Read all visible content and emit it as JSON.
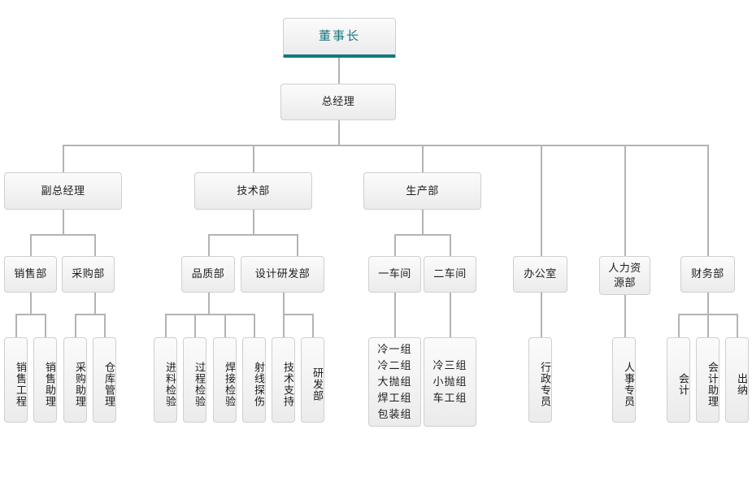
{
  "chart_data": {
    "type": "diagram",
    "diagram_kind": "organizational-chart",
    "title": "",
    "theme": {
      "accent": "#17787f",
      "box_fill_top": "#fbfbfb",
      "box_fill_bottom": "#ebebeb",
      "box_border": "#cfcfcf",
      "line_color": "#b3b3b3",
      "text_color": "#1d1d1d",
      "background": "#ffffff"
    },
    "levels": 5,
    "nodes": [
      {
        "id": "chairman",
        "label": "董事长",
        "level": 1,
        "parent": null
      },
      {
        "id": "gm",
        "label": "总经理",
        "level": 2,
        "parent": "chairman"
      },
      {
        "id": "deputy_gm",
        "label": "副总经理",
        "level": 3,
        "parent": "gm"
      },
      {
        "id": "tech_dept",
        "label": "技术部",
        "level": 3,
        "parent": "gm"
      },
      {
        "id": "prod_dept",
        "label": "生产部",
        "level": 3,
        "parent": "gm"
      },
      {
        "id": "office",
        "label": "办公室",
        "level": 4,
        "parent": "gm"
      },
      {
        "id": "hr_dept",
        "label": "人力资源部",
        "level": 4,
        "parent": "gm"
      },
      {
        "id": "fin_dept",
        "label": "财务部",
        "level": 4,
        "parent": "gm"
      },
      {
        "id": "sales_dept",
        "label": "销售部",
        "level": 4,
        "parent": "deputy_gm"
      },
      {
        "id": "purch_dept",
        "label": "采购部",
        "level": 4,
        "parent": "deputy_gm"
      },
      {
        "id": "qc_dept",
        "label": "品质部",
        "level": 4,
        "parent": "tech_dept"
      },
      {
        "id": "rnd_dept",
        "label": "设计研发部",
        "level": 4,
        "parent": "tech_dept"
      },
      {
        "id": "ws1",
        "label": "一车间",
        "level": 4,
        "parent": "prod_dept"
      },
      {
        "id": "ws2",
        "label": "二车间",
        "level": 4,
        "parent": "prod_dept"
      },
      {
        "id": "sales_eng",
        "label": "销售工程",
        "level": 5,
        "parent": "sales_dept"
      },
      {
        "id": "sales_asst",
        "label": "销售助理",
        "level": 5,
        "parent": "sales_dept"
      },
      {
        "id": "purch_asst",
        "label": "采购助理",
        "level": 5,
        "parent": "purch_dept"
      },
      {
        "id": "warehouse",
        "label": "仓库管理",
        "level": 5,
        "parent": "purch_dept"
      },
      {
        "id": "incoming_insp",
        "label": "进料检验",
        "level": 5,
        "parent": "qc_dept"
      },
      {
        "id": "process_insp",
        "label": "过程检验",
        "level": 5,
        "parent": "qc_dept"
      },
      {
        "id": "weld_insp",
        "label": "焊接检验",
        "level": 5,
        "parent": "qc_dept"
      },
      {
        "id": "xray_insp",
        "label": "射线探伤",
        "level": 5,
        "parent": "qc_dept"
      },
      {
        "id": "tech_support",
        "label": "技术支持",
        "level": 5,
        "parent": "rnd_dept"
      },
      {
        "id": "rnd_sub",
        "label": "研发部",
        "level": 5,
        "parent": "rnd_dept"
      },
      {
        "id": "ws1_groups",
        "label": "冷一组 冷二组 大抛组 焊工组 包装组",
        "lines": [
          "冷一组",
          "冷二组",
          "大抛组",
          "焊工组",
          "包装组"
        ],
        "level": 5,
        "parent": "ws1"
      },
      {
        "id": "ws2_groups",
        "label": "冷三组 小抛组 车工组",
        "lines": [
          "冷三组",
          "小抛组",
          "车工组"
        ],
        "level": 5,
        "parent": "ws2"
      },
      {
        "id": "admin_spec",
        "label": "行政专员",
        "level": 5,
        "parent": "office"
      },
      {
        "id": "hr_spec",
        "label": "人事专员",
        "level": 5,
        "parent": "hr_dept"
      },
      {
        "id": "accountant",
        "label": "会计",
        "level": 5,
        "parent": "fin_dept"
      },
      {
        "id": "acct_asst",
        "label": "会计助理",
        "level": 5,
        "parent": "fin_dept"
      },
      {
        "id": "cashier",
        "label": "出纳",
        "level": 5,
        "parent": "fin_dept"
      }
    ]
  },
  "org": {
    "chairman": {
      "label": "董事长"
    },
    "gm": {
      "label": "总经理"
    },
    "deputy_gm": {
      "label": "副总经理"
    },
    "tech_dept": {
      "label": "技术部"
    },
    "prod_dept": {
      "label": "生产部"
    },
    "office": {
      "label": "办公室"
    },
    "hr_dept": {
      "line1": "人力资",
      "line2": "源部",
      "label": "人力资源部"
    },
    "fin_dept": {
      "label": "财务部"
    },
    "sales_dept": {
      "label": "销售部"
    },
    "purch_dept": {
      "label": "采购部"
    },
    "qc_dept": {
      "label": "品质部"
    },
    "rnd_dept": {
      "label": "设计研发部"
    },
    "ws1": {
      "label": "一车间"
    },
    "ws2": {
      "label": "二车间"
    },
    "sales_eng": {
      "label": "销售工程"
    },
    "sales_asst": {
      "label": "销售助理"
    },
    "purch_asst": {
      "label": "采购助理"
    },
    "warehouse": {
      "label": "仓库管理"
    },
    "incoming_insp": {
      "label": "进料检验"
    },
    "process_insp": {
      "label": "过程检验"
    },
    "weld_insp": {
      "label": "焊接检验"
    },
    "xray_insp": {
      "label": "射线探伤"
    },
    "tech_support": {
      "label": "技术支持"
    },
    "rnd_sub": {
      "label": "研发部"
    },
    "ws1_groups": {
      "l1": "冷一组",
      "l2": "冷二组",
      "l3": "大抛组",
      "l4": "焊工组",
      "l5": "包装组"
    },
    "ws2_groups": {
      "l1": "冷三组",
      "l2": "小抛组",
      "l3": "车工组"
    },
    "admin_spec": {
      "label": "行政专员"
    },
    "hr_spec": {
      "label": "人事专员"
    },
    "accountant": {
      "label": "会计"
    },
    "acct_asst": {
      "label": "会计助理"
    },
    "cashier": {
      "label": "出纳"
    }
  }
}
